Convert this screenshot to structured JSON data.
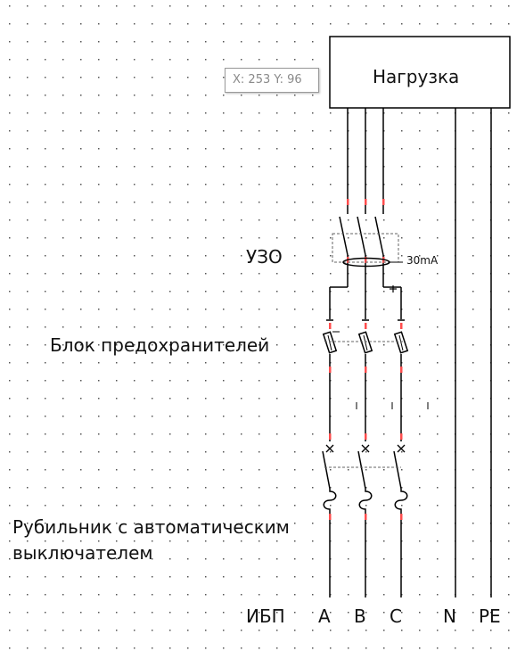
{
  "tooltip": {
    "coords_text": "X: 253 Y: 96"
  },
  "labels": {
    "load": "Нагрузка",
    "rcd": "УЗО",
    "rcd_rating": "30mA",
    "fuse_block": "Блок предохранителей",
    "switch_line1": "Рубильник с автоматическим",
    "switch_line2": "выключателем",
    "ups": "ИБП",
    "phase_a": "A",
    "phase_b": "B",
    "phase_c": "C",
    "neutral": "N",
    "earth": "PE"
  },
  "colors": {
    "wire": "#000000",
    "terminal_mark": "#ff4d4d",
    "grid_dot": "#555555",
    "dashed_link": "#666666"
  }
}
